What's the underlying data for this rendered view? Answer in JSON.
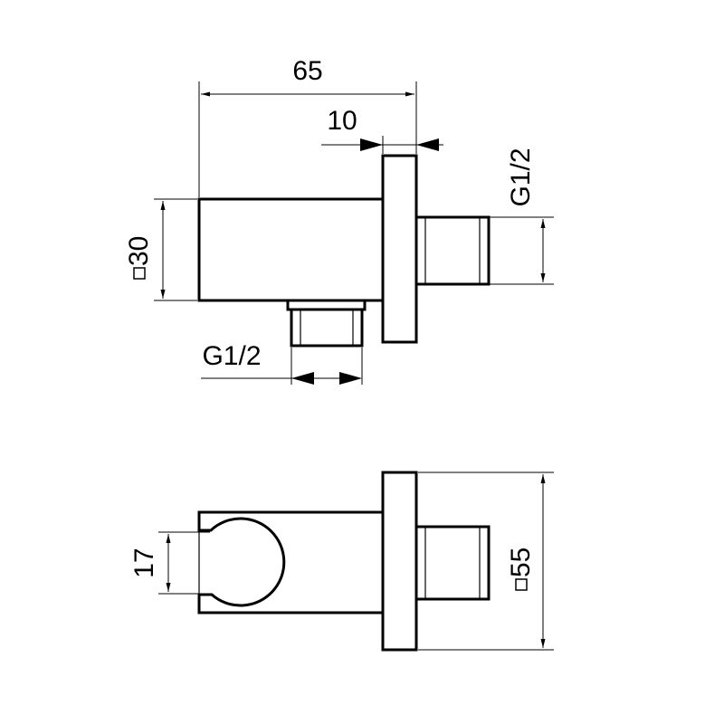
{
  "dimensions": {
    "overall_length": "65",
    "flange_thickness": "10",
    "outlet_thread": "G1/2",
    "body_square": "30",
    "inlet_thread": "G1/2",
    "holder_opening": "17",
    "flange_square": "55"
  },
  "symbols": {
    "square_symbol": "square-section-symbol"
  }
}
